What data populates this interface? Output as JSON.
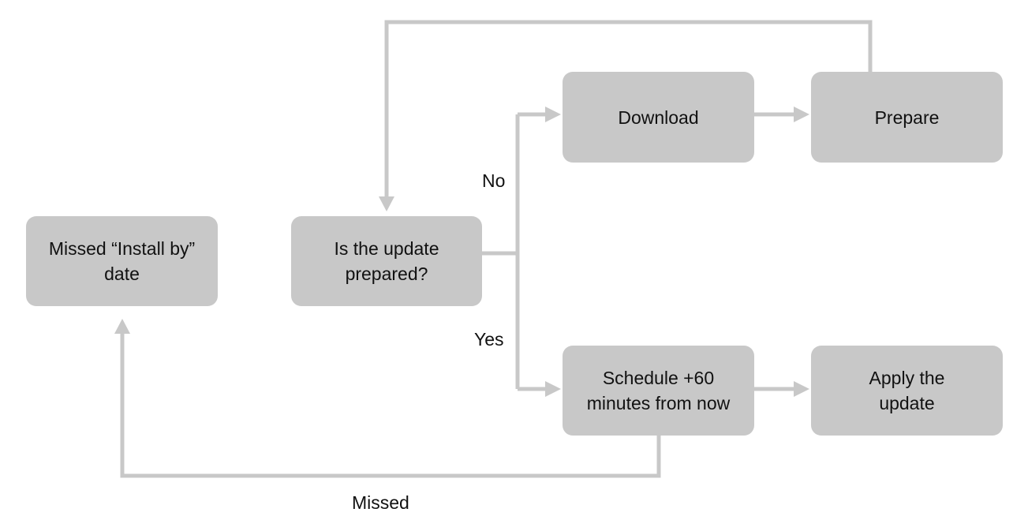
{
  "nodes": {
    "missed_install_by": "Missed “Install by”\ndate",
    "is_update_prepared": "Is the update\nprepared?",
    "download": "Download",
    "prepare": "Prepare",
    "schedule": "Schedule +60\nminutes from now",
    "apply": "Apply the\nupdate"
  },
  "edge_labels": {
    "no": "No",
    "yes": "Yes",
    "missed": "Missed"
  },
  "colors": {
    "node_fill": "#c8c8c8",
    "connector": "#c8c8c8",
    "text": "#111111"
  }
}
